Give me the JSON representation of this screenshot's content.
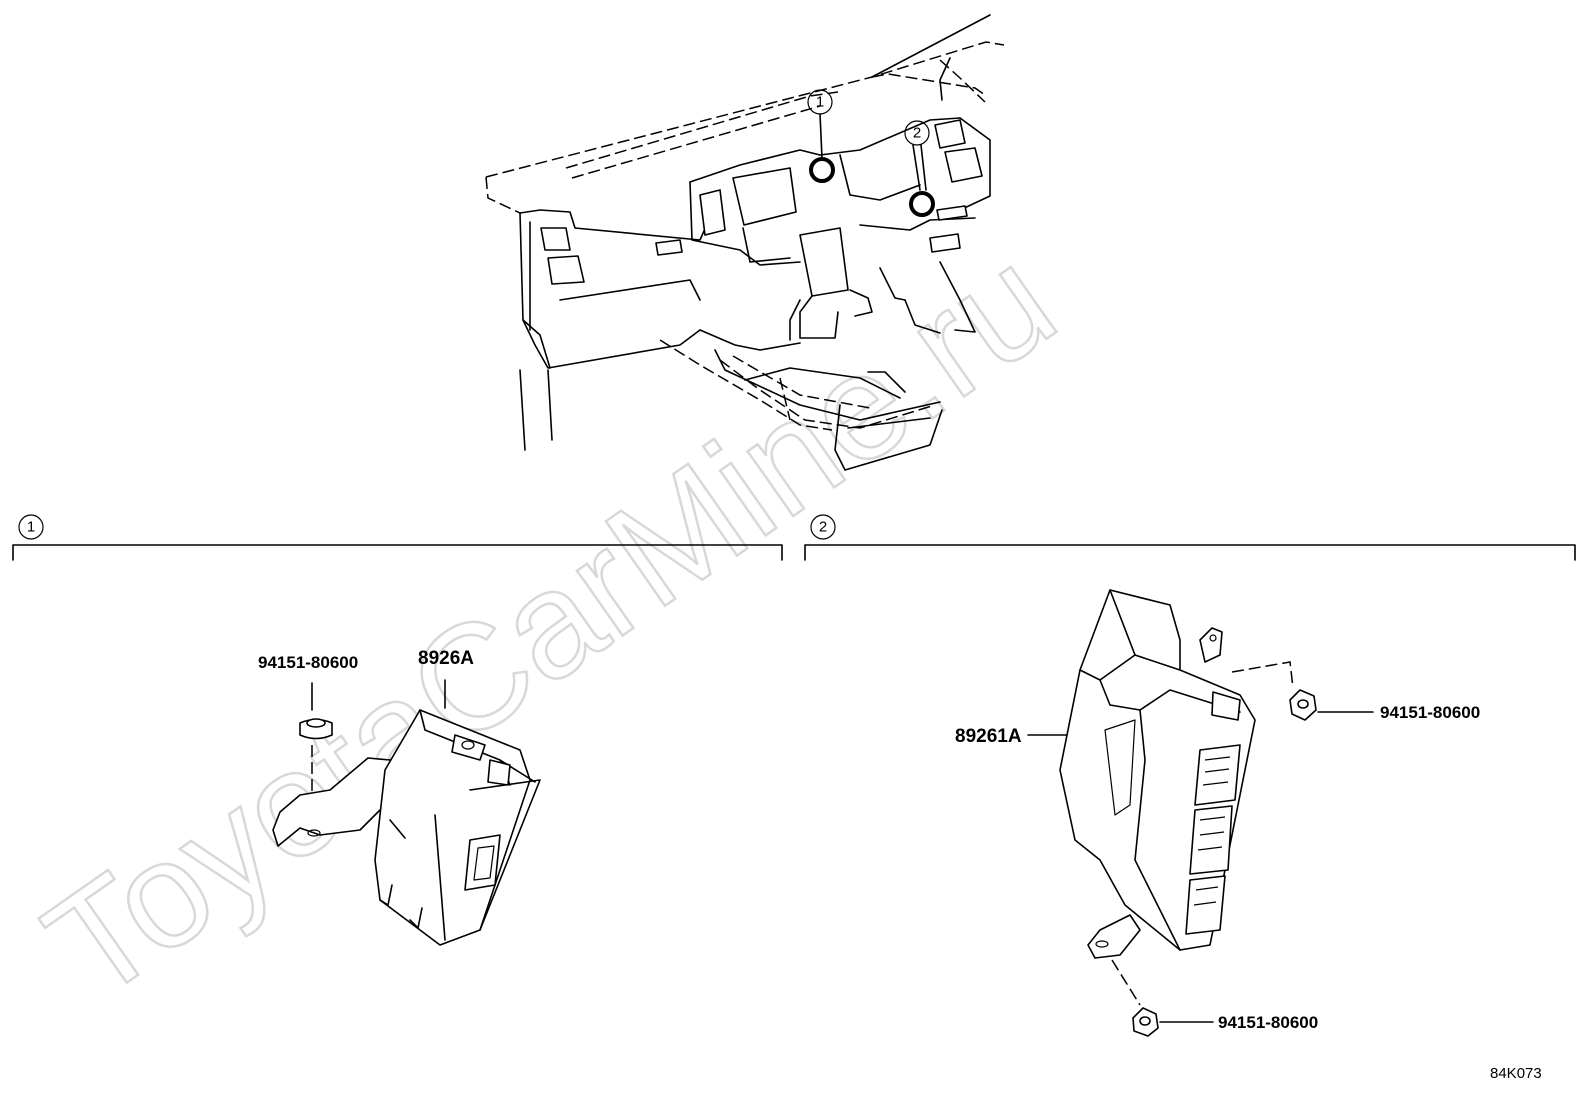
{
  "watermark": "ToyotaCarMine.ru",
  "diagram_code": "84K073",
  "callouts": {
    "one": "1",
    "two": "2"
  },
  "sections": {
    "one": {
      "number": "1"
    },
    "two": {
      "number": "2"
    }
  },
  "parts": {
    "section1_nut": "94151-80600",
    "section1_computer": "8926A",
    "section2_computer": "89261A",
    "section2_nut_upper": "94151-80600",
    "section2_nut_lower": "94151-80600"
  }
}
